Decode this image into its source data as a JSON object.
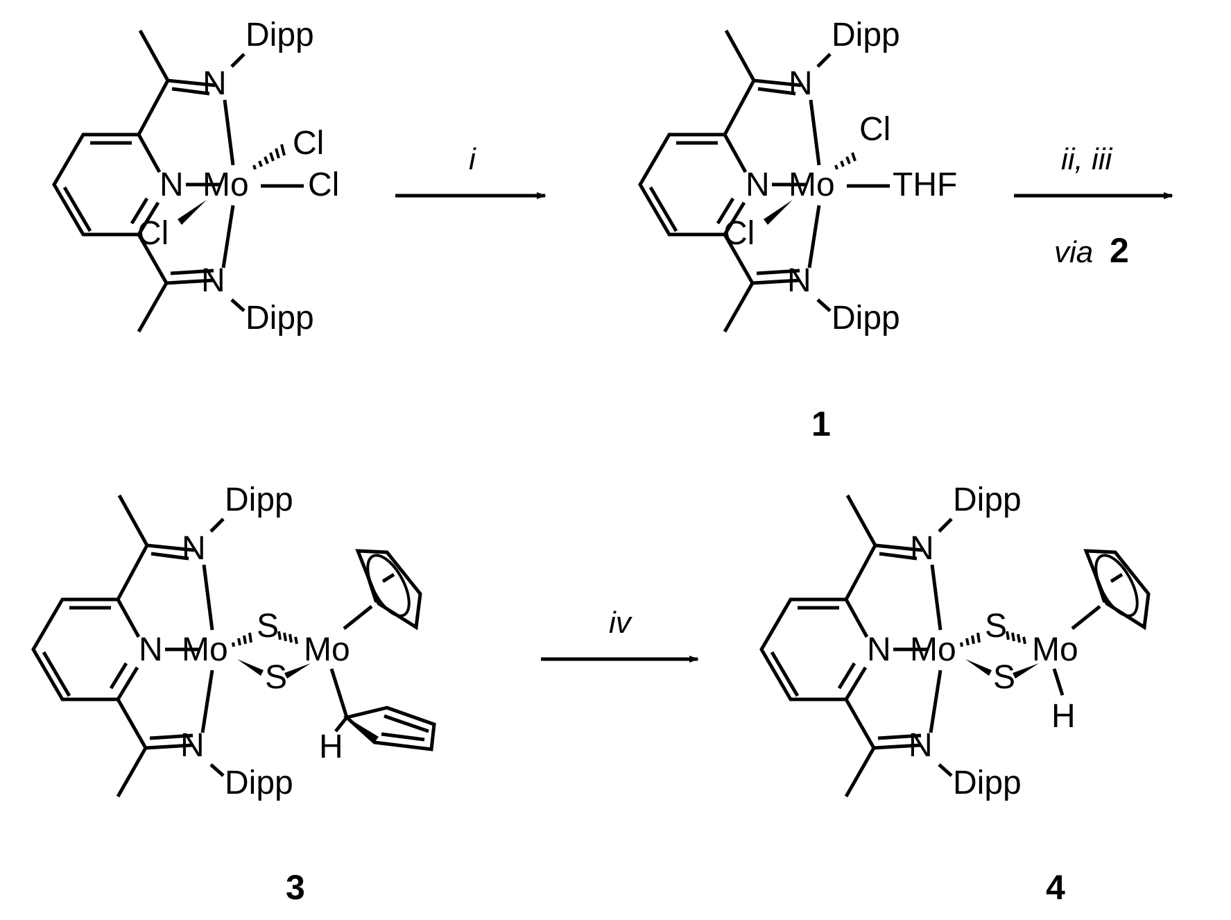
{
  "scheme": {
    "background": "#ffffff",
    "ink": "#000000",
    "compounds": [
      {
        "id": "start",
        "number": "",
        "metal": "Mo",
        "ligand_labels": [
          "N",
          "N",
          "N",
          "Dipp",
          "Dipp"
        ],
        "substituents": [
          "Cl",
          "Cl",
          "Cl"
        ]
      },
      {
        "id": "1",
        "number": "1",
        "metal": "Mo",
        "ligand_labels": [
          "N",
          "N",
          "N",
          "Dipp",
          "Dipp"
        ],
        "substituents": [
          "Cl",
          "THF",
          "Cl"
        ]
      },
      {
        "id": "3",
        "number": "3",
        "metal": "Mo",
        "metal2": "Mo",
        "ligand_labels": [
          "N",
          "N",
          "N",
          "Dipp",
          "Dipp"
        ],
        "bridges": [
          "S",
          "S"
        ],
        "substituents": [
          "H"
        ]
      },
      {
        "id": "4",
        "number": "4",
        "metal": "Mo",
        "metal2": "Mo",
        "ligand_labels": [
          "N",
          "N",
          "N",
          "Dipp",
          "Dipp"
        ],
        "bridges": [
          "S",
          "S"
        ],
        "substituents": [
          "H"
        ]
      }
    ],
    "arrows": [
      {
        "id": "arrow-i",
        "above": "i",
        "below": ""
      },
      {
        "id": "arrow-ii-iii",
        "above": "ii, iii",
        "below_italic": "via",
        "below_bold": "2"
      },
      {
        "id": "arrow-iv",
        "above": "iv",
        "below": ""
      }
    ]
  }
}
